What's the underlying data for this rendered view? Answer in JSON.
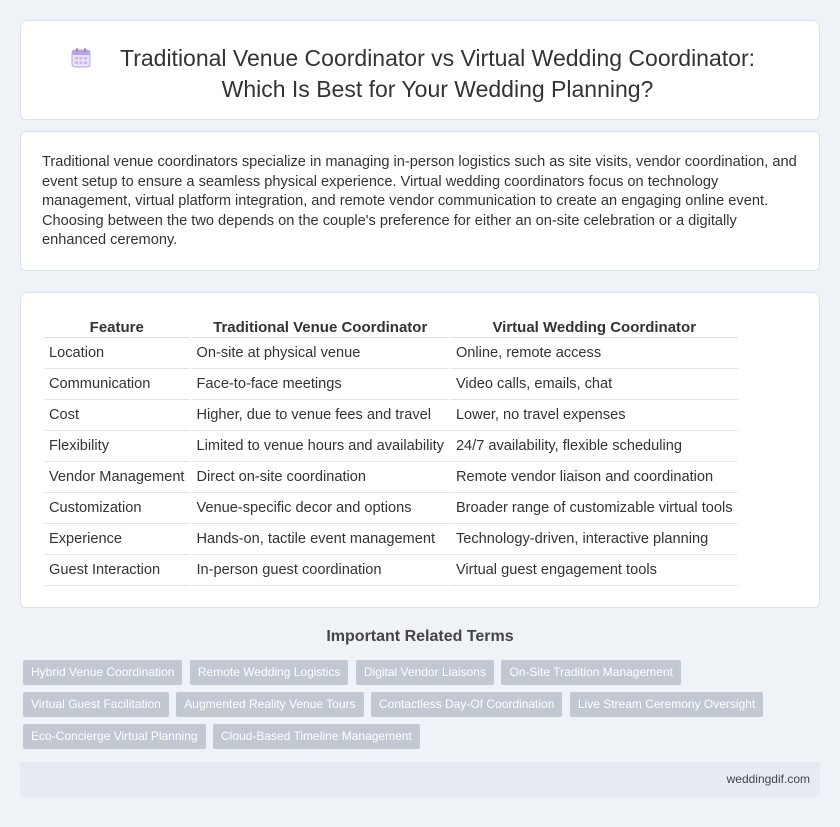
{
  "page": {
    "title": "Traditional Venue Coordinator vs Virtual Wedding Coordinator: Which Is Best for Your Wedding Planning?",
    "title_icon": "calendar-icon",
    "intro": "Traditional venue coordinators specialize in managing in-person logistics such as site visits, vendor coordination, and event setup to ensure a seamless physical experience. Virtual wedding coordinators focus on technology management, virtual platform integration, and remote vendor communication to create an engaging online event. Choosing between the two depends on the couple's preference for either an on-site celebration or a digitally enhanced ceremony."
  },
  "table": {
    "headers": [
      "Feature",
      "Traditional Venue Coordinator",
      "Virtual Wedding Coordinator"
    ],
    "rows": [
      [
        "Location",
        "On-site at physical venue",
        "Online, remote access"
      ],
      [
        "Communication",
        "Face-to-face meetings",
        "Video calls, emails, chat"
      ],
      [
        "Cost",
        "Higher, due to venue fees and travel",
        "Lower, no travel expenses"
      ],
      [
        "Flexibility",
        "Limited to venue hours and availability",
        "24/7 availability, flexible scheduling"
      ],
      [
        "Vendor Management",
        "Direct on-site coordination",
        "Remote vendor liaison and coordination"
      ],
      [
        "Customization",
        "Venue-specific decor and options",
        "Broader range of customizable virtual tools"
      ],
      [
        "Experience",
        "Hands-on, tactile event management",
        "Technology-driven, interactive planning"
      ],
      [
        "Guest Interaction",
        "In-person guest coordination",
        "Virtual guest engagement tools"
      ]
    ]
  },
  "terms": {
    "heading": "Important Related Terms",
    "rows": [
      [
        "Hybrid Venue Coordination",
        "Remote Wedding Logistics",
        "Digital Vendor Liaisons",
        "On-Site Tradition Management"
      ],
      [
        "Virtual Guest Facilitation",
        "Augmented Reality Venue Tours",
        "Contactless Day-Of Coordination",
        "Live Stream Ceremony Oversight"
      ],
      [
        "Eco-Concierge Virtual Planning",
        "Cloud-Based Timeline Management"
      ]
    ]
  },
  "footer": {
    "site": "weddingdif.com"
  },
  "colors": {
    "background": "#eff2f7",
    "tag": "#c2c8d2",
    "footer": "#e6eaf3",
    "icon": "#b9a6e0"
  }
}
